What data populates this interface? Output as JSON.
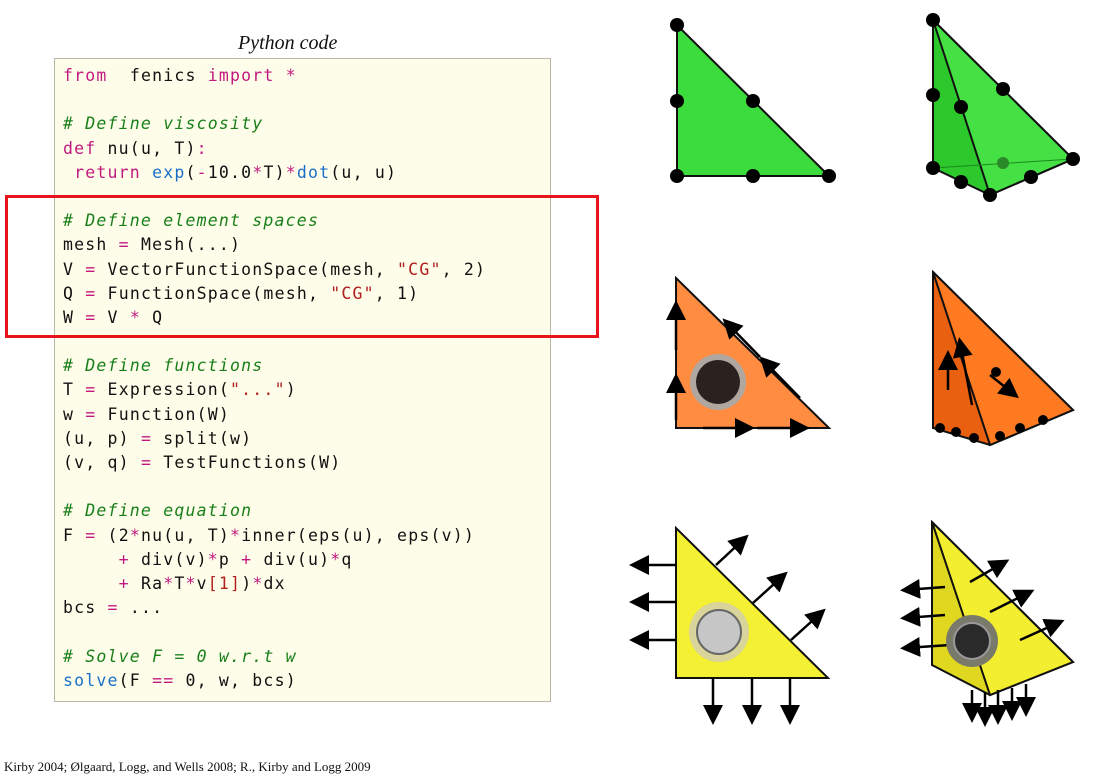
{
  "caption": "Python code",
  "code_lines": [
    [
      [
        "kw",
        "from"
      ],
      [
        "",
        "  fenics "
      ],
      [
        "kw",
        "import"
      ],
      [
        "op",
        " *"
      ]
    ],
    [],
    [
      [
        "cm",
        "# Define viscosity"
      ]
    ],
    [
      [
        "kw",
        "def"
      ],
      [
        "",
        " nu(u, T)"
      ],
      [
        "op",
        ":"
      ]
    ],
    [
      [
        "",
        " "
      ],
      [
        "kw",
        "return"
      ],
      [
        "",
        " "
      ],
      [
        "fn",
        "exp"
      ],
      [
        "",
        "("
      ],
      [
        "op",
        "-"
      ],
      [
        "",
        "10.0"
      ],
      [
        "op",
        "*"
      ],
      [
        "",
        "T)"
      ],
      [
        "op",
        "*"
      ],
      [
        "fn",
        "dot"
      ],
      [
        "",
        "(u, u)"
      ]
    ],
    [],
    [
      [
        "cm",
        "# Define element spaces"
      ]
    ],
    [
      [
        "",
        "mesh "
      ],
      [
        "op",
        "="
      ],
      [
        "",
        " Mesh(...)"
      ]
    ],
    [
      [
        "",
        "V "
      ],
      [
        "op",
        "="
      ],
      [
        "",
        " VectorFunctionSpace(mesh, "
      ],
      [
        "st",
        "\"CG\""
      ],
      [
        "",
        ", 2)"
      ]
    ],
    [
      [
        "",
        "Q "
      ],
      [
        "op",
        "="
      ],
      [
        "",
        " FunctionSpace(mesh, "
      ],
      [
        "st",
        "\"CG\""
      ],
      [
        "",
        ", 1)"
      ]
    ],
    [
      [
        "",
        "W "
      ],
      [
        "op",
        "="
      ],
      [
        "",
        " V "
      ],
      [
        "op",
        "*"
      ],
      [
        "",
        " Q"
      ]
    ],
    [],
    [
      [
        "cm",
        "# Define functions"
      ]
    ],
    [
      [
        "",
        "T "
      ],
      [
        "op",
        "="
      ],
      [
        "",
        " Expression("
      ],
      [
        "st",
        "\"...\""
      ],
      [
        "",
        ")"
      ]
    ],
    [
      [
        "",
        "w "
      ],
      [
        "op",
        "="
      ],
      [
        "",
        " Function(W)"
      ]
    ],
    [
      [
        "",
        "(u, p) "
      ],
      [
        "op",
        "="
      ],
      [
        "",
        " split(w)"
      ]
    ],
    [
      [
        "",
        "(v, q) "
      ],
      [
        "op",
        "="
      ],
      [
        "",
        " TestFunctions(W)"
      ]
    ],
    [],
    [
      [
        "cm",
        "# Define equation"
      ]
    ],
    [
      [
        "",
        "F "
      ],
      [
        "op",
        "="
      ],
      [
        "",
        " (2"
      ],
      [
        "op",
        "*"
      ],
      [
        "",
        "nu(u, T)"
      ],
      [
        "op",
        "*"
      ],
      [
        "",
        "inner(eps(u), eps(v))"
      ]
    ],
    [
      [
        "",
        "     "
      ],
      [
        "op",
        "+"
      ],
      [
        "",
        " div(v)"
      ],
      [
        "op",
        "*"
      ],
      [
        "",
        "p "
      ],
      [
        "op",
        "+"
      ],
      [
        "",
        " div(u)"
      ],
      [
        "op",
        "*"
      ],
      [
        "",
        "q"
      ]
    ],
    [
      [
        "",
        "     "
      ],
      [
        "op",
        "+"
      ],
      [
        "",
        " Ra"
      ],
      [
        "op",
        "*"
      ],
      [
        "",
        "T"
      ],
      [
        "op",
        "*"
      ],
      [
        "",
        "v"
      ],
      [
        "st",
        "[1]"
      ],
      [
        "",
        ")"
      ],
      [
        "op",
        "*"
      ],
      [
        "",
        "dx"
      ]
    ],
    [
      [
        "",
        "bcs "
      ],
      [
        "op",
        "="
      ],
      [
        "",
        " ..."
      ]
    ],
    [],
    [
      [
        "cm",
        "# Solve F = 0 w.r.t w"
      ]
    ],
    [
      [
        "fn",
        "solve"
      ],
      [
        "",
        "(F "
      ],
      [
        "op",
        "=="
      ],
      [
        "",
        " 0, w, bcs)"
      ]
    ]
  ],
  "citation": "Kirby 2004; Ølgaard, Logg, and Wells 2008; R., Kirby and Logg 2009",
  "colors": {
    "green": "#3ddc3d",
    "orange": "#ff7f30",
    "yellow": "#f4f034",
    "highlight": "#e8141c"
  },
  "figures": [
    "lagrange-triangle",
    "lagrange-tetrahedron",
    "nedelec-triangle",
    "nedelec-tetrahedron",
    "raviart-thomas-triangle",
    "raviart-thomas-tetrahedron"
  ]
}
